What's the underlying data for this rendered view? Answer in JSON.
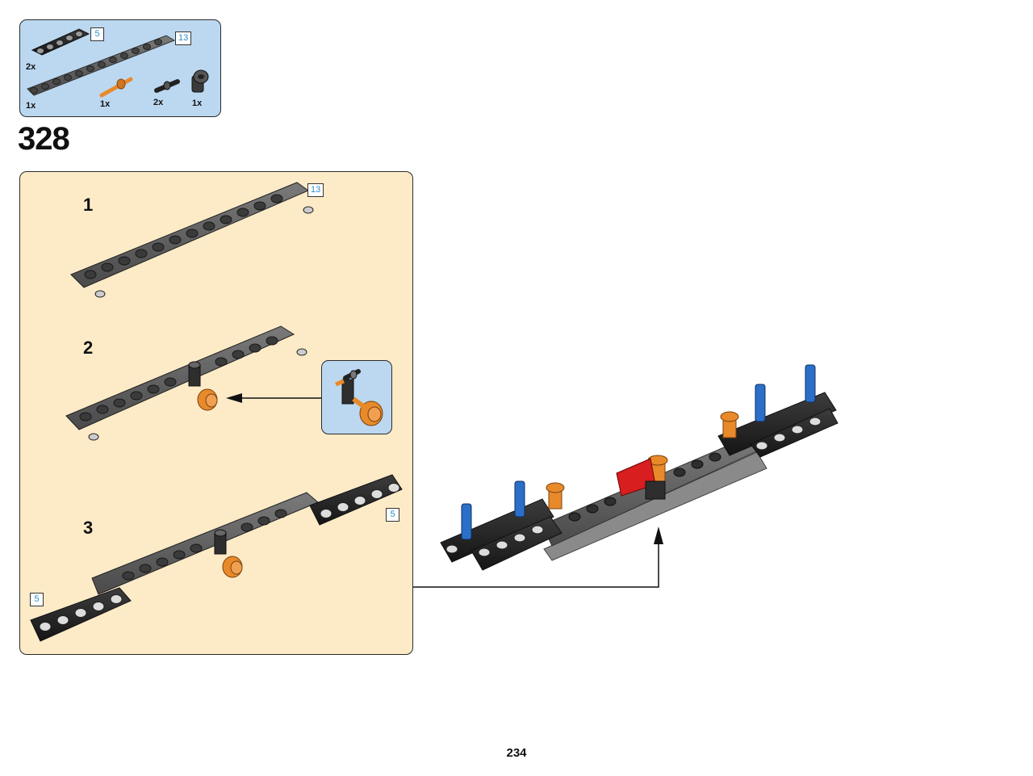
{
  "parts_list": {
    "items": [
      {
        "part": "black-beam-5",
        "qty": "2x",
        "length_tag": "5"
      },
      {
        "part": "gray-beam-13",
        "qty": "1x",
        "length_tag": "13"
      },
      {
        "part": "orange-axle-pin",
        "qty": "1x"
      },
      {
        "part": "black-pin",
        "qty": "2x"
      },
      {
        "part": "dark-gray-connector",
        "qty": "1x"
      }
    ]
  },
  "step": {
    "number": "328"
  },
  "substeps": [
    {
      "number": "1",
      "length_tag": "13"
    },
    {
      "number": "2"
    },
    {
      "number": "3",
      "length_tags": [
        "5",
        "5"
      ]
    }
  ],
  "page": {
    "number": "234"
  },
  "colors": {
    "parts_bg": "#bcd8f1",
    "substep_bg": "#fdebc8",
    "beam_gray": "#5a5a5a",
    "beam_black": "#2a2a2a",
    "orange": "#e88a2a",
    "blue": "#2b6fc9",
    "red": "#d81e1e",
    "tag_text": "#2a8fc8"
  }
}
